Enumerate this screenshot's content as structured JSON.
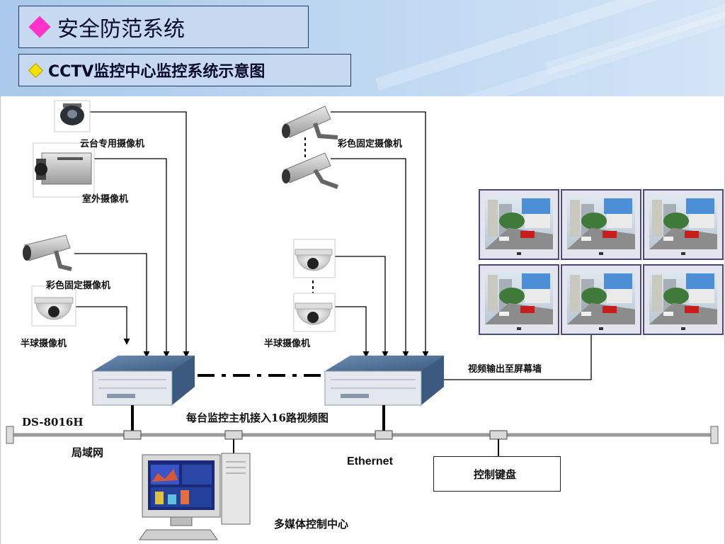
{
  "slide": {
    "title": "安全防范系统",
    "subtitle": "CCTV监控中心监控系统示意图"
  },
  "labels": {
    "ptz_camera_top": "云台专用摄像机",
    "indoor_camera": "室外摄像机",
    "color_fixed_camera_left": "彩色固定摄像机",
    "dome_camera_left": "半球摄像机",
    "color_fixed_camera_right": "彩色固定摄像机",
    "dome_camera_right": "半球摄像机",
    "dvr_model": "DS-8016H",
    "dvr_note": "每台监控主机接入16路视频图",
    "video_out": "视频输出至屏幕墙",
    "lan": "局域网",
    "ethernet": "Ethernet",
    "keyboard": "控制键盘",
    "control_center": "多媒体控制中心"
  },
  "colors": {
    "banner": "#bcd6f1",
    "title_box": "#c6d9f1",
    "bullet_main": "#ff33cc",
    "bullet_sub": "#f5e100",
    "dvr": "#4f6f96"
  }
}
